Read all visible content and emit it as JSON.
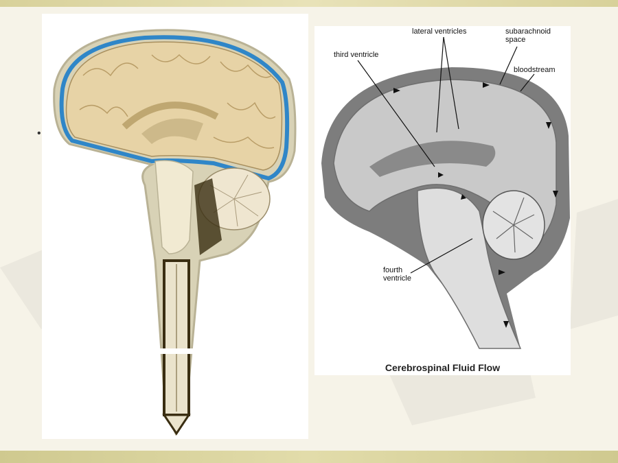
{
  "slide": {
    "bullet_glyph": "•"
  },
  "right_figure": {
    "labels": {
      "lateral_ventricles": "lateral ventricles",
      "subarachnoid_space": "subarachnoid space",
      "third_ventricle": "third ventricle",
      "bloodstream": "bloodstream",
      "fourth_ventricle": "fourth ventricle"
    },
    "caption": "Cerebrospinal Fluid Flow"
  },
  "colors": {
    "csf_blue": "#2f86c8",
    "brain_tan": "#e7d3a6",
    "gray_dark": "#7d7d7d",
    "gray_light": "#c9c9c9"
  }
}
